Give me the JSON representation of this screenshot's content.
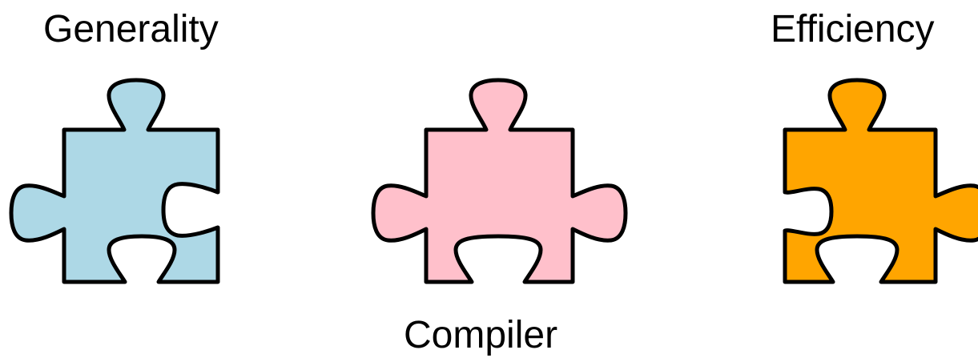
{
  "labels": {
    "generality": "Generality",
    "efficiency": "Efficiency",
    "compiler": "Compiler"
  },
  "colors": {
    "generality_piece": "#ADD8E6",
    "compiler_piece": "#FFC0CB",
    "efficiency_piece": "#FFA500",
    "outline": "#000000",
    "text": "#000000"
  }
}
